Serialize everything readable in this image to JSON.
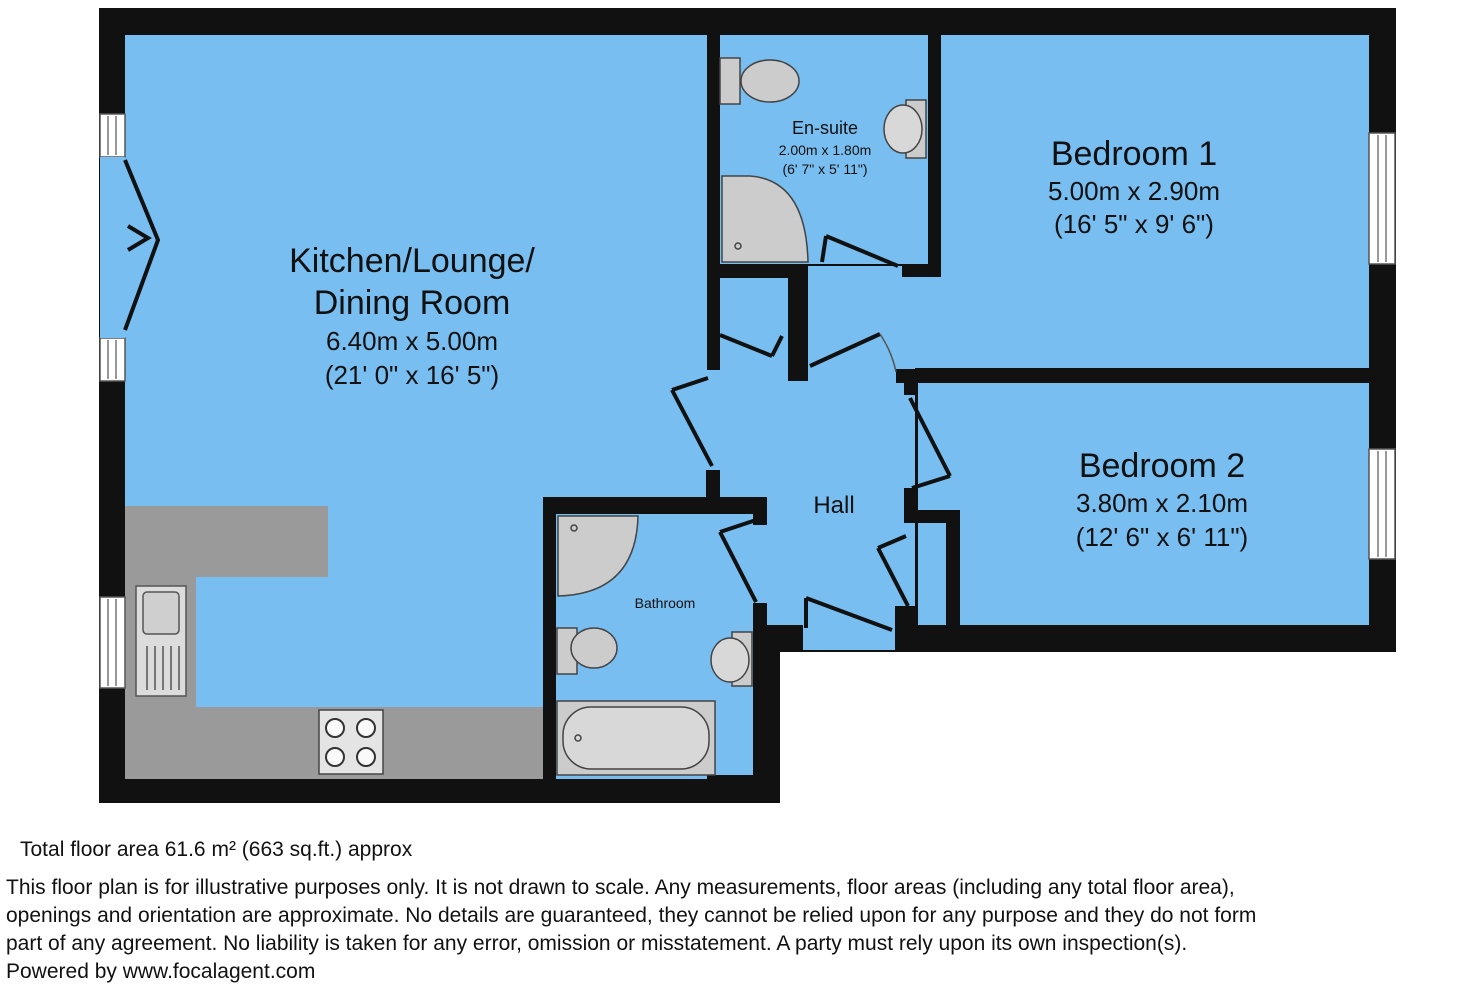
{
  "colors": {
    "room": "#78bef0",
    "wall": "#111111",
    "counter": "#9a9a9a",
    "fixture": "#cccccc",
    "window": "#ffffff"
  },
  "rooms": {
    "kitchen": {
      "name_1": "Kitchen/Lounge/",
      "name_2": "Dining Room",
      "size_m": "6.40m x 5.00m",
      "size_ft": "(21' 0\" x 16' 5\")"
    },
    "ensuite": {
      "name": "En-suite",
      "size_m": "2.00m x 1.80m",
      "size_ft": "(6' 7\" x 5' 11\")"
    },
    "bedroom1": {
      "name": "Bedroom 1",
      "size_m": "5.00m x 2.90m",
      "size_ft": "(16' 5\" x 9' 6\")"
    },
    "bedroom2": {
      "name": "Bedroom 2",
      "size_m": "3.80m x 2.10m",
      "size_ft": "(12' 6\" x 6' 11\")"
    },
    "hall": {
      "name": "Hall"
    },
    "bathroom": {
      "name": "Bathroom"
    }
  },
  "footer": {
    "total_area": "Total floor area 61.6 m² (663 sq.ft.) approx",
    "disclaimer": [
      "This floor plan is for illustrative purposes only. It is not drawn to scale. Any measurements, floor areas (including any total floor area),",
      "openings and orientation are approximate. No details are guaranteed, they cannot be relied upon for any purpose and they do not form",
      "part of any agreement. No liability is taken for any error, omission or misstatement. A party must rely upon its own inspection(s)."
    ],
    "powered_by": "Powered by www.focalagent.com"
  }
}
